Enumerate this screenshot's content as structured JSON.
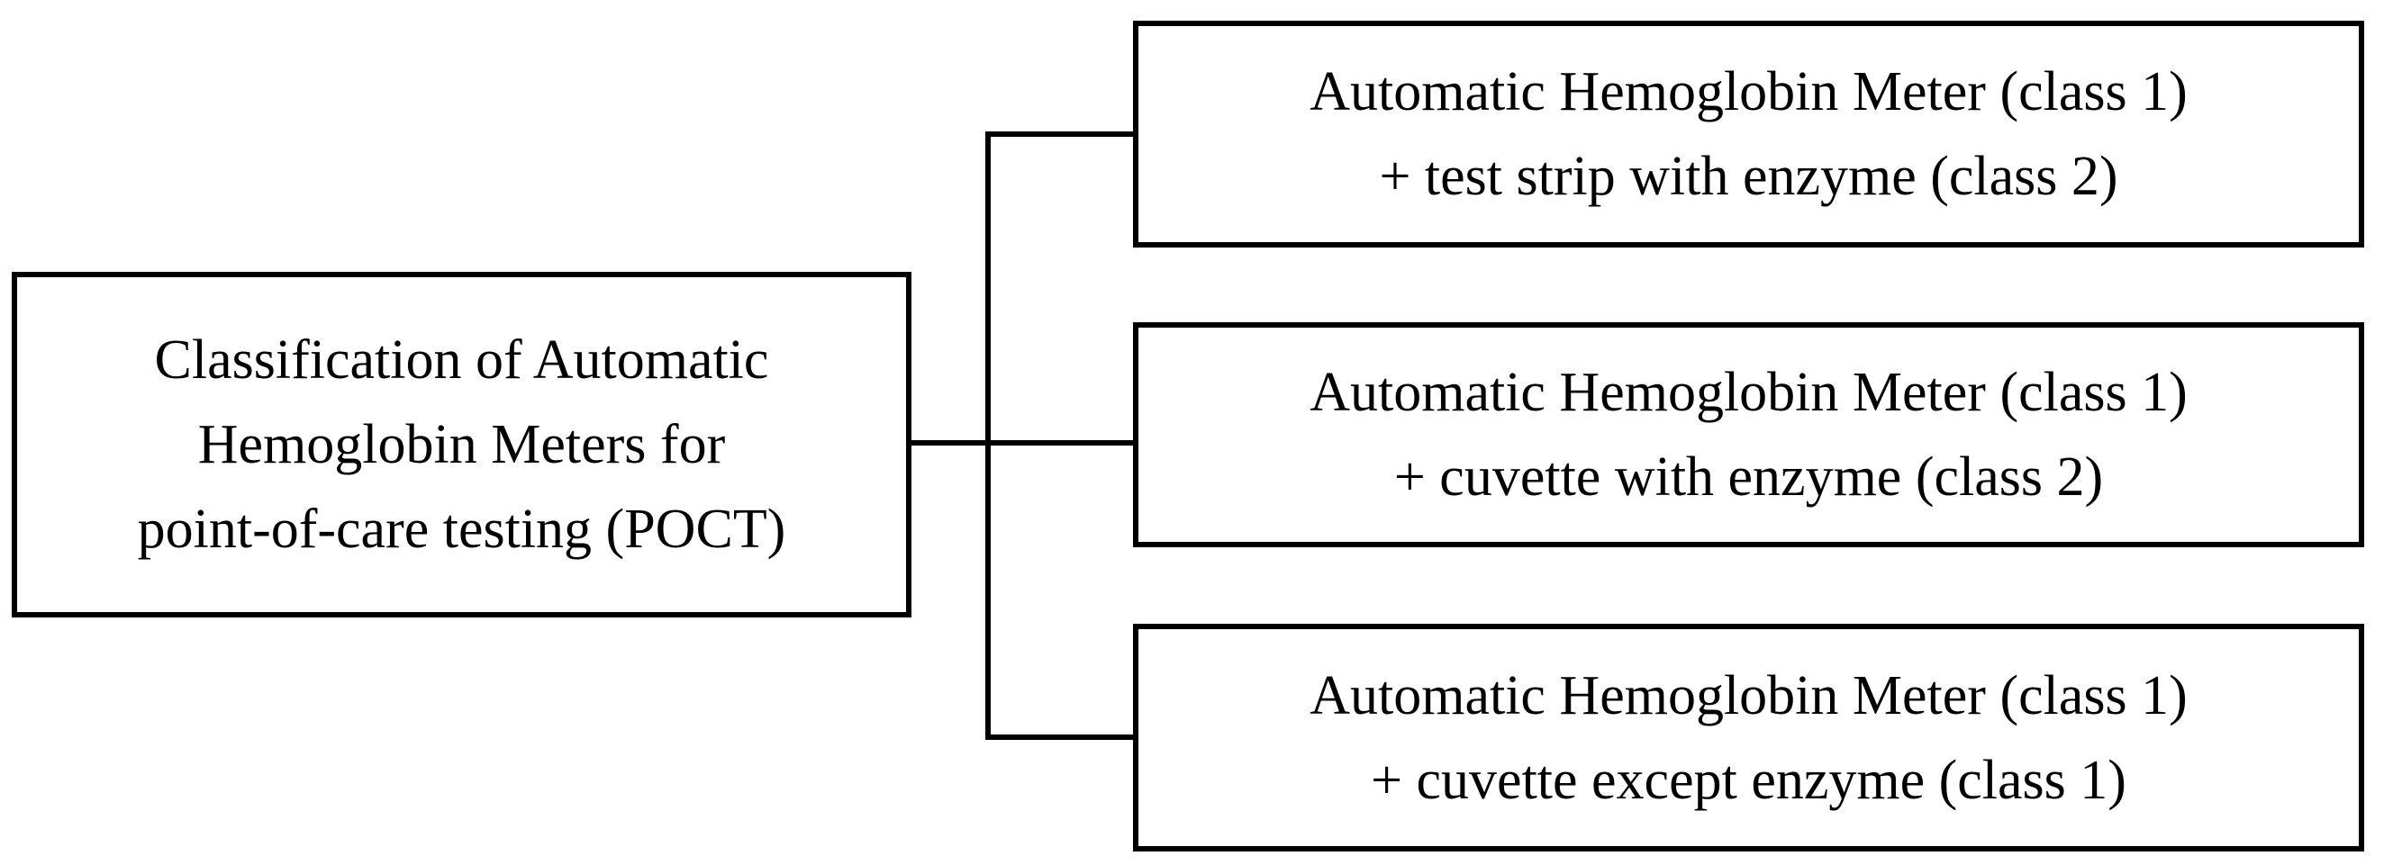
{
  "diagram": {
    "type": "classification-tree",
    "colors": {
      "background": "#ffffff",
      "border": "#000000",
      "text": "#000000"
    },
    "root": {
      "lines": [
        "Classification of Automatic",
        "Hemoglobin Meters for",
        "point-of-care testing (POCT)"
      ]
    },
    "children": [
      {
        "lines": [
          "Automatic Hemoglobin Meter (class 1)",
          "+ test strip with enzyme (class 2)"
        ]
      },
      {
        "lines": [
          "Automatic Hemoglobin Meter (class 1)",
          "+ cuvette with enzyme (class 2)"
        ]
      },
      {
        "lines": [
          "Automatic Hemoglobin Meter (class 1)",
          "+ cuvette except enzyme (class 1)"
        ]
      }
    ]
  }
}
